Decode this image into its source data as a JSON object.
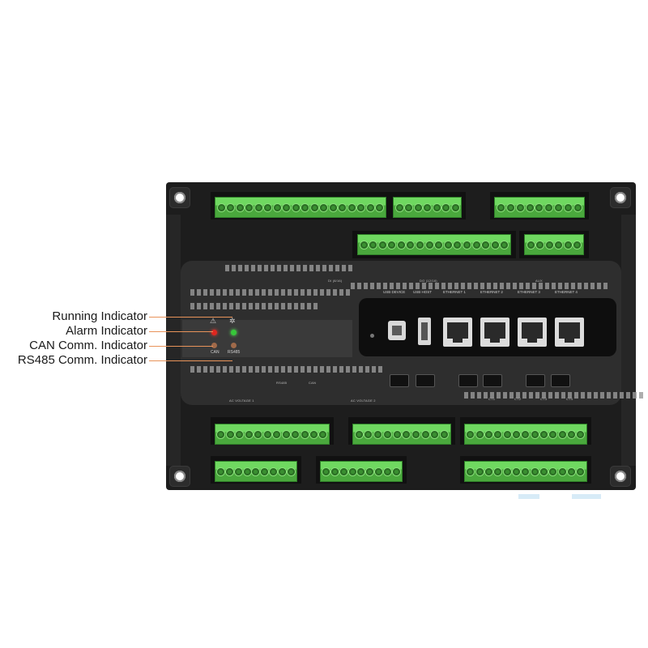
{
  "callouts": [
    {
      "label": "Running Indicator"
    },
    {
      "label": "Alarm Indicator"
    },
    {
      "label": "CAN Comm. Indicator"
    },
    {
      "label": "RS485 Comm. Indicator"
    }
  ],
  "leds": {
    "can_label": "CAN",
    "rs485_label": "RS485"
  },
  "ports": [
    {
      "label": "USB DEVICE"
    },
    {
      "label": "USB HOST"
    },
    {
      "label": "ETHERNET 1"
    },
    {
      "label": "ETHERNET 2"
    },
    {
      "label": "ETHERNET 3"
    },
    {
      "label": "ETHERNET 4"
    }
  ],
  "silkscreen": {
    "ac_voltage_1": "AC VOLTAGE 1",
    "ac_voltage_2": "AC VOLTAGE 2",
    "rs485": "RS485",
    "can": "CAN",
    "ct1": "CT1",
    "ct2": "CT2",
    "ct3": "CT3",
    "ct4": "CT4",
    "di": "DI (8/16)",
    "do": "DO (12/16)",
    "aux": "AUX"
  },
  "colors": {
    "terminal_green": "#58c04a",
    "led_red": "#e0261f",
    "led_green": "#37c83a",
    "leader_line": "#e8935a",
    "device_body": "#1d1d1d"
  }
}
